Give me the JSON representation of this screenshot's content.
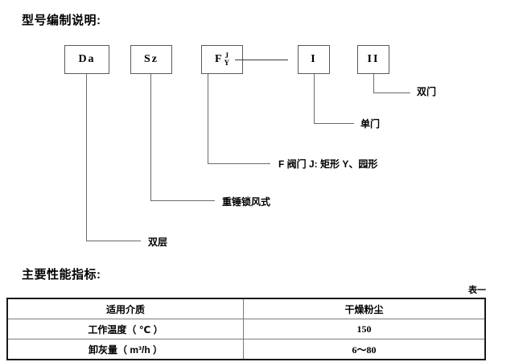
{
  "document": {
    "model_section": {
      "heading": "型号编制说明:",
      "boxes": [
        {
          "id": "da",
          "text": "Da"
        },
        {
          "id": "sz",
          "text": "Sz"
        },
        {
          "id": "f",
          "text": "F",
          "numerator": "J",
          "denominator": "Y"
        },
        {
          "id": "one",
          "text": "I"
        },
        {
          "id": "two",
          "text": "II"
        }
      ],
      "annotations": [
        {
          "id": "two-door",
          "label": "双门"
        },
        {
          "id": "single-door",
          "label": "单门"
        },
        {
          "id": "valve",
          "label": "F 阀门 J: 矩形 Y、园形"
        },
        {
          "id": "lock-type",
          "label": "重锤锁风式"
        },
        {
          "id": "double-layer",
          "label": "双层"
        }
      ]
    },
    "performance_section": {
      "heading": "主要性能指标:",
      "table_caption": "表一",
      "table": {
        "rows": [
          {
            "label": "适用介质",
            "value": "干燥粉尘"
          },
          {
            "label": "工作温度（ ℃ ）",
            "value": "150"
          },
          {
            "label": "卸灰量（ m³/h ）",
            "value": "6～80"
          }
        ]
      }
    }
  },
  "colors": {
    "text": "#000000",
    "box_border": "#5a5a5a",
    "leader_line": "#6a6a6a",
    "table_outer_border": "#1a1a1a",
    "table_inner_border": "#7a7a7a",
    "background": "#ffffff"
  }
}
